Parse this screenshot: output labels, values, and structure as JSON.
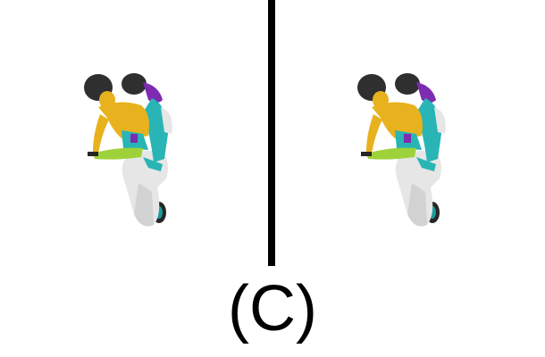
{
  "figure": {
    "caption": "(C)",
    "panels": [
      {
        "subject": "figure-on-scooter-left"
      },
      {
        "subject": "figure-on-scooter-right"
      }
    ],
    "colors": {
      "hair": "#2f2f2f",
      "skin_shirt": "#e8b21e",
      "scarf_violet": "#7d2bb0",
      "teal": "#29b5b5",
      "lime": "#9ed23a",
      "scooter_body": "#e6e6e6",
      "wheel": "#262626"
    }
  }
}
